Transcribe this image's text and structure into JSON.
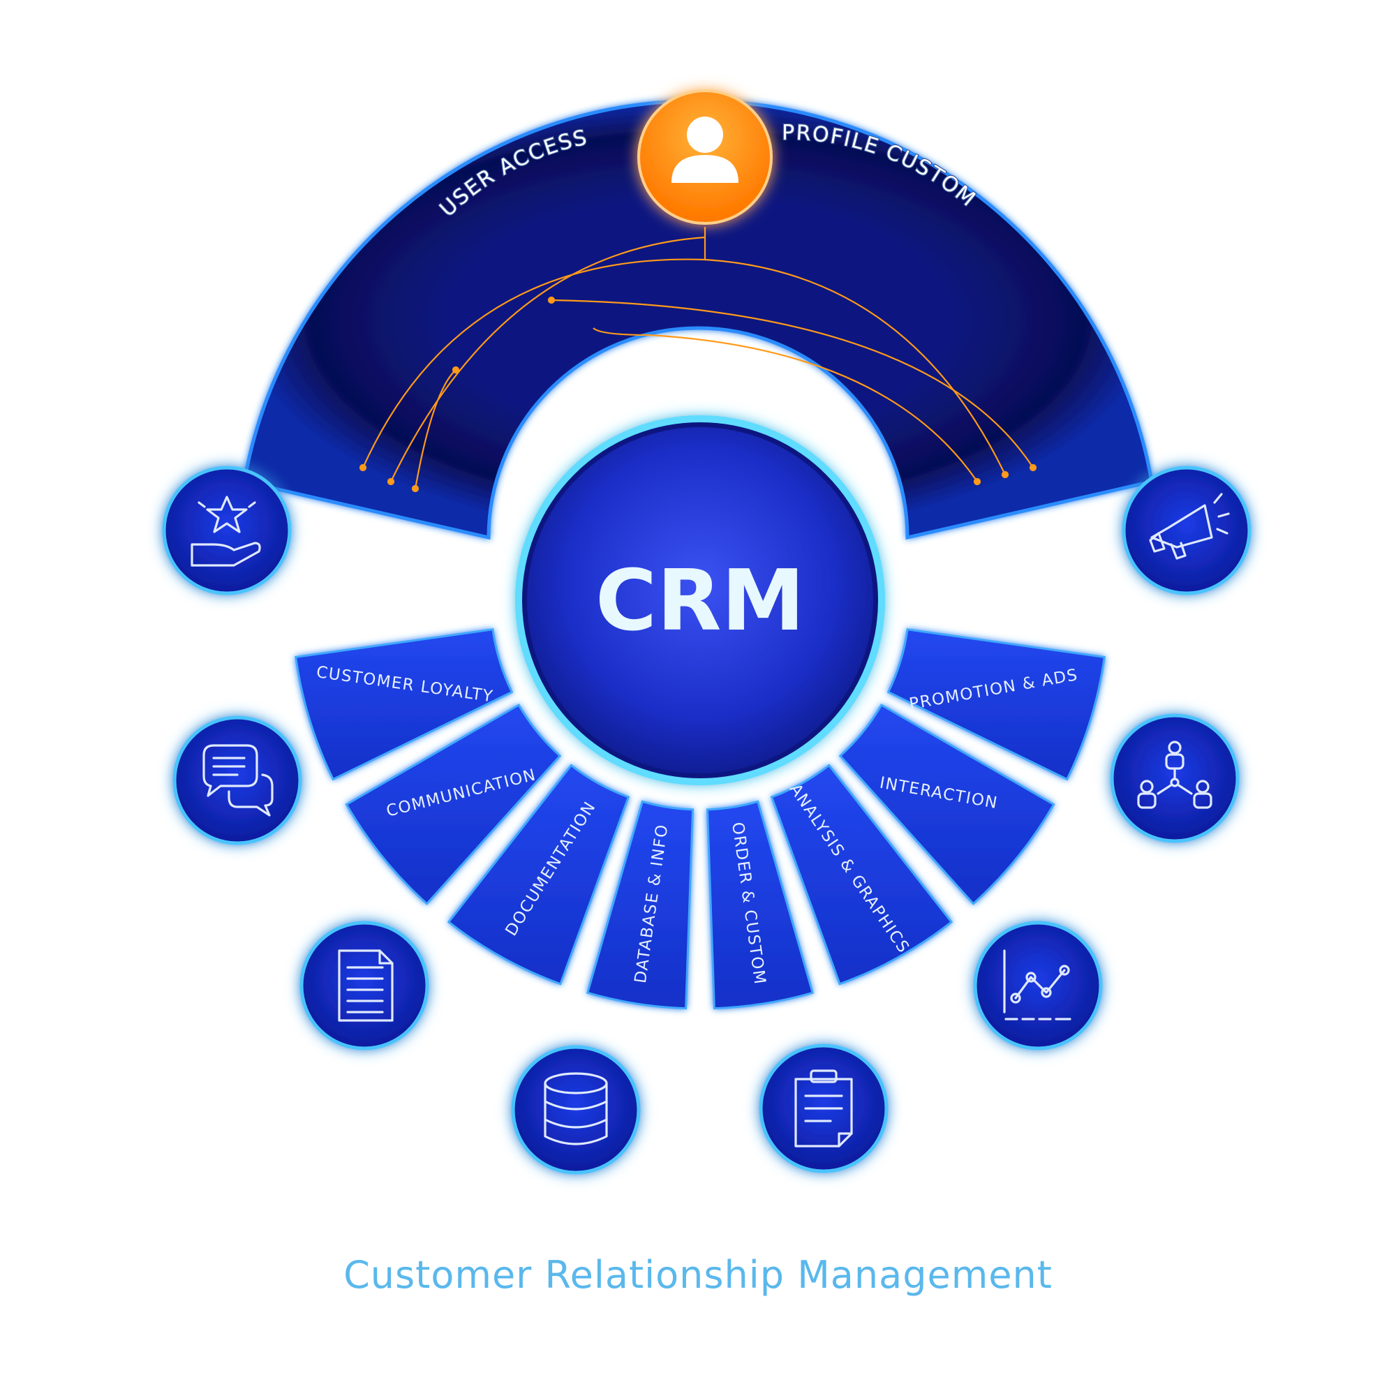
{
  "center": {
    "label": "CRM"
  },
  "arc_labels": {
    "left": "USER ACCESS",
    "right": "PROFILE CUSTOM"
  },
  "segments": [
    {
      "label": "CUSTOMER LOYALTY",
      "icon": "hand-star-icon"
    },
    {
      "label": "COMMUNICATION",
      "icon": "chat-bubbles-icon"
    },
    {
      "label": "DOCUMENTATION",
      "icon": "document-icon"
    },
    {
      "label": "DATABASE & INFO",
      "icon": "database-icon"
    },
    {
      "label": "ORDER & CUSTOM",
      "icon": "clipboard-icon"
    },
    {
      "label": "ANALYSIS & GRAPHICS",
      "icon": "line-chart-icon"
    },
    {
      "label": "INTERACTION",
      "icon": "network-people-icon"
    },
    {
      "label": "PROMOTION & ADS",
      "icon": "megaphone-icon"
    }
  ],
  "top_icon": "user-icon",
  "subtitle": "Customer Relationship Management",
  "colors": {
    "dark_navy": "#070f5a",
    "royal_blue": "#1a3ae0",
    "glow": "#2fb8ff",
    "accent_orange": "#ff9a1a",
    "subtitle": "#5ab8ec"
  }
}
